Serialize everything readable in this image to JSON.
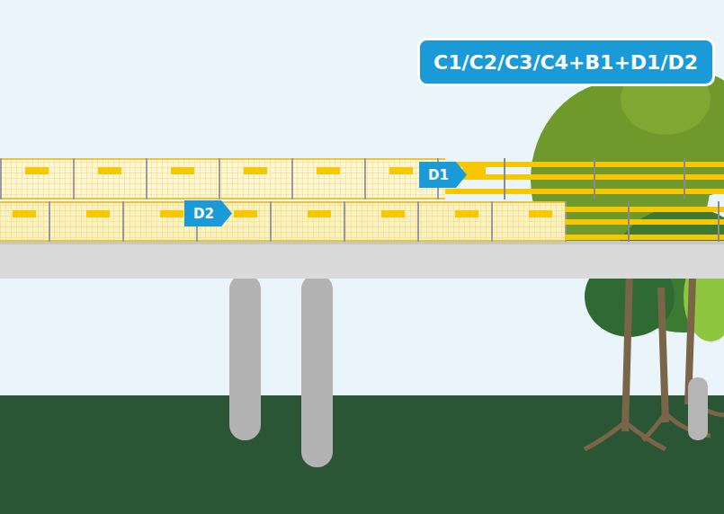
{
  "diagram": {
    "nodes": [
      {
        "text": [
          "C1/C2/C3/C4+B1+D1/D2"
        ]
      },
      {
        "text": [
          "D1"
        ]
      },
      {
        "text": [
          "D2"
        ]
      }
    ]
  }
}
